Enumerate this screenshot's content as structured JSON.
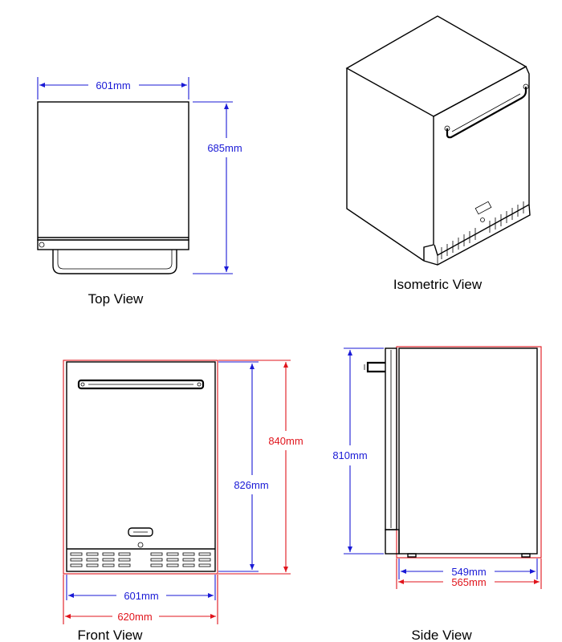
{
  "views": {
    "top": {
      "caption": "Top View",
      "width": "601mm",
      "depth": "685mm"
    },
    "isometric": {
      "caption": "Isometric View"
    },
    "front": {
      "caption": "Front View",
      "inner_width": "601mm",
      "outer_width": "620mm",
      "inner_height": "826mm",
      "outer_height": "840mm"
    },
    "side": {
      "caption": "Side View",
      "height": "810mm",
      "depth_inner": "549mm",
      "depth_outer": "565mm"
    }
  },
  "colors": {
    "dimension_blue": "#1a1ad6",
    "dimension_red": "#e0141c",
    "outline": "#000000"
  }
}
